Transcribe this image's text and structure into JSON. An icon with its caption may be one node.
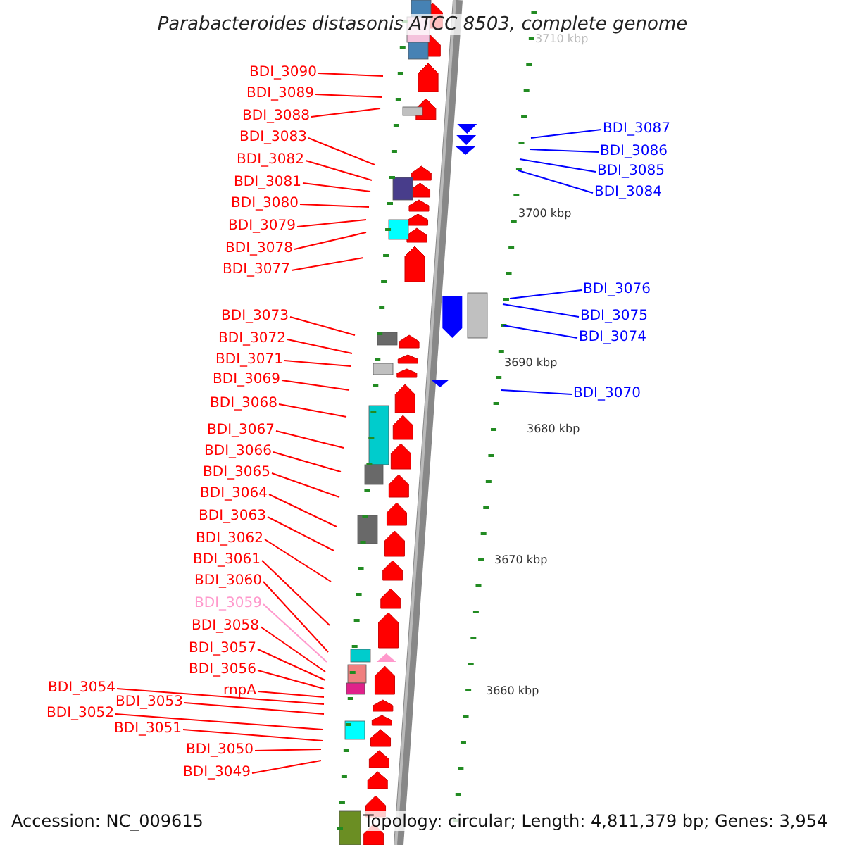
{
  "diagram": {
    "title": "Parabacteroides distasonis ATCC 8503, complete genome",
    "nodes": [
      {
        "text": [
          "BDI_3090"
        ]
      },
      {
        "text": [
          "BDI_3089"
        ]
      },
      {
        "text": [
          "BDI_3088"
        ]
      },
      {
        "text": [
          "BDI_3083"
        ]
      },
      {
        "text": [
          "BDI_3082"
        ]
      },
      {
        "text": [
          "BDI_3081"
        ]
      },
      {
        "text": [
          "BDI_3080"
        ]
      },
      {
        "text": [
          "BDI_3079"
        ]
      },
      {
        "text": [
          "BDI_3078"
        ]
      },
      {
        "text": [
          "BDI_3077"
        ]
      },
      {
        "text": [
          "BDI_3073"
        ]
      },
      {
        "text": [
          "BDI_3072"
        ]
      },
      {
        "text": [
          "BDI_3071"
        ]
      },
      {
        "text": [
          "BDI_3069"
        ]
      },
      {
        "text": [
          "BDI_3068"
        ]
      },
      {
        "text": [
          "BDI_3067"
        ]
      },
      {
        "text": [
          "BDI_3066"
        ]
      },
      {
        "text": [
          "BDI_3065"
        ]
      },
      {
        "text": [
          "BDI_3064"
        ]
      },
      {
        "text": [
          "BDI_3063"
        ]
      },
      {
        "text": [
          "BDI_3062"
        ]
      },
      {
        "text": [
          "BDI_3061"
        ]
      },
      {
        "text": [
          "BDI_3060"
        ]
      },
      {
        "text": [
          "BDI_3059"
        ]
      },
      {
        "text": [
          "BDI_3058"
        ]
      },
      {
        "text": [
          "BDI_3057"
        ]
      },
      {
        "text": [
          "BDI_3056"
        ]
      },
      {
        "text": [
          "rnpA"
        ]
      },
      {
        "text": [
          "BDI_3054"
        ]
      },
      {
        "text": [
          "BDI_3053"
        ]
      },
      {
        "text": [
          "BDI_3052"
        ]
      },
      {
        "text": [
          "BDI_3051"
        ]
      },
      {
        "text": [
          "BDI_3050"
        ]
      },
      {
        "text": [
          "BDI_3049"
        ]
      },
      {
        "text": [
          "BDI_3087"
        ]
      },
      {
        "text": [
          "BDI_3086"
        ]
      },
      {
        "text": [
          "BDI_3085"
        ]
      },
      {
        "text": [
          "BDI_3084"
        ]
      },
      {
        "text": [
          "BDI_3076"
        ]
      },
      {
        "text": [
          "BDI_3075"
        ]
      },
      {
        "text": [
          "BDI_3074"
        ]
      },
      {
        "text": [
          "BDI_3070"
        ]
      }
    ],
    "edges": [
      {
        "from": 0,
        "to": null,
        "arrow": "none"
      },
      {
        "from": 1,
        "to": null,
        "arrow": "none"
      },
      {
        "from": 2,
        "to": null,
        "arrow": "none"
      },
      {
        "from": 3,
        "to": null,
        "arrow": "none"
      },
      {
        "from": 4,
        "to": null,
        "arrow": "none"
      },
      {
        "from": 5,
        "to": null,
        "arrow": "none"
      },
      {
        "from": 6,
        "to": null,
        "arrow": "none"
      },
      {
        "from": 7,
        "to": null,
        "arrow": "none"
      },
      {
        "from": 8,
        "to": null,
        "arrow": "none"
      },
      {
        "from": 9,
        "to": null,
        "arrow": "none"
      },
      {
        "from": 10,
        "to": null,
        "arrow": "none"
      },
      {
        "from": 11,
        "to": null,
        "arrow": "none"
      },
      {
        "from": 12,
        "to": null,
        "arrow": "none"
      },
      {
        "from": 13,
        "to": null,
        "arrow": "none"
      },
      {
        "from": 14,
        "to": null,
        "arrow": "none"
      },
      {
        "from": 15,
        "to": null,
        "arrow": "none"
      },
      {
        "from": 16,
        "to": null,
        "arrow": "none"
      },
      {
        "from": 17,
        "to": null,
        "arrow": "none"
      },
      {
        "from": 18,
        "to": null,
        "arrow": "none"
      },
      {
        "from": 19,
        "to": null,
        "arrow": "none"
      },
      {
        "from": 20,
        "to": null,
        "arrow": "none"
      },
      {
        "from": 21,
        "to": null,
        "arrow": "none"
      },
      {
        "from": 22,
        "to": null,
        "arrow": "none"
      },
      {
        "from": 23,
        "to": null,
        "arrow": "none",
        "color": "#ff99cc"
      },
      {
        "from": 24,
        "to": null,
        "arrow": "none"
      },
      {
        "from": 25,
        "to": null,
        "arrow": "none"
      },
      {
        "from": 26,
        "to": null,
        "arrow": "none"
      },
      {
        "from": 27,
        "to": null,
        "arrow": "none"
      },
      {
        "from": 28,
        "to": null,
        "arrow": "none"
      },
      {
        "from": 29,
        "to": null,
        "arrow": "none"
      },
      {
        "from": 30,
        "to": null,
        "arrow": "none"
      },
      {
        "from": 31,
        "to": null,
        "arrow": "none"
      },
      {
        "from": 32,
        "to": null,
        "arrow": "none"
      },
      {
        "from": 33,
        "to": null,
        "arrow": "none"
      },
      {
        "from": 34,
        "to": null,
        "arrow": "none",
        "color": "#0000ff"
      },
      {
        "from": 35,
        "to": null,
        "arrow": "none",
        "color": "#0000ff"
      },
      {
        "from": 36,
        "to": null,
        "arrow": "none",
        "color": "#0000ff"
      },
      {
        "from": 37,
        "to": null,
        "arrow": "none",
        "color": "#0000ff"
      },
      {
        "from": 38,
        "to": null,
        "arrow": "none",
        "color": "#0000ff"
      },
      {
        "from": 39,
        "to": null,
        "arrow": "none",
        "color": "#0000ff"
      },
      {
        "from": 40,
        "to": null,
        "arrow": "none",
        "color": "#0000ff"
      },
      {
        "from": 41,
        "to": null,
        "arrow": "none",
        "color": "#0000ff"
      }
    ],
    "labels": [
      "3710 kbp",
      "3700 kbp",
      "3690 kbp",
      "3680 kbp",
      "3670 kbp",
      "3660 kbp",
      "Accession: NC_009615",
      "Topology: circular; Length: 4,811,379 bp; Genes: 3,954"
    ]
  }
}
